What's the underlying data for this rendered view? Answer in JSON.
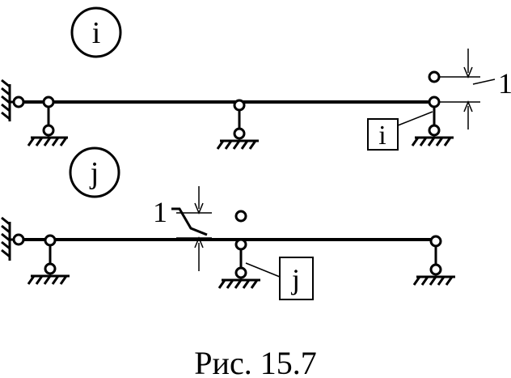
{
  "scheme_i": {
    "state_label": "i",
    "box_label": "i",
    "unit_label": "1"
  },
  "scheme_j": {
    "state_label": "j",
    "box_label": "j",
    "unit_label": "1"
  },
  "caption": "Рис. 15.7",
  "colors": {
    "ink": "#000000",
    "background": "#ffffff"
  }
}
